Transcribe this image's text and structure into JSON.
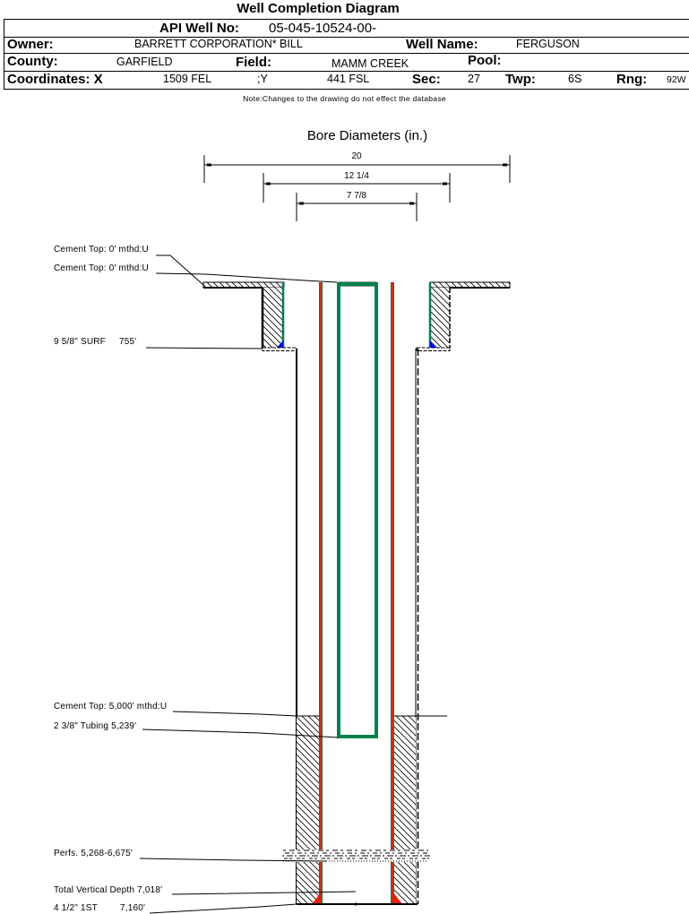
{
  "title": "Well Completion Diagram",
  "header": {
    "api_label": "API Well No:",
    "api_value": "05-045-10524-00-",
    "owner_label": "Owner:",
    "owner_value": "BARRETT CORPORATION* BILL",
    "well_name_label": "Well Name:",
    "well_name_value": "FERGUSON",
    "county_label": "County:",
    "county_value": "GARFIELD",
    "field_label": "Field:",
    "field_value": "MAMM CREEK",
    "pool_label": "Pool:",
    "pool_value": "",
    "coords_label": "Coordinates: X",
    "x_value": "1509 FEL",
    "y_label": ";Y",
    "y_value": "441 FSL",
    "sec_label": "Sec:",
    "sec_value": "27",
    "twp_label": "Twp:",
    "twp_value": "6S",
    "rng_label": "Rng:",
    "rng_value": "92W"
  },
  "note": "Note:Changes to the drawing do not effect the database",
  "diagram": {
    "bore_title": "Bore Diameters (in.)",
    "bore_diameters": [
      {
        "label": "20"
      },
      {
        "label": "12 1/4"
      },
      {
        "label": "7 7/8"
      }
    ],
    "annotations": {
      "cement_top_1": "Cement Top: 0' mthd:U",
      "cement_top_2": "Cement Top: 0' mthd:U",
      "surface_casing": {
        "name": "9 5/8\" SURF",
        "depth": "755'"
      },
      "cement_top_3": "Cement Top: 5,000' mthd:U",
      "tubing": "2 3/8\" Tubing 5,239'",
      "perfs": "Perfs. 5,268-6,675'",
      "total_vertical_depth": "Total Vertical Depth 7,018'",
      "production_casing": {
        "name": "4 1/2\" 1ST",
        "depth": "7,160'"
      }
    },
    "colors": {
      "casing_red": "#ff1a00",
      "casing_green": "#00804a",
      "tubing_green": "#00804a",
      "shoe_blue": "#0000ff",
      "line": "#000000"
    }
  }
}
